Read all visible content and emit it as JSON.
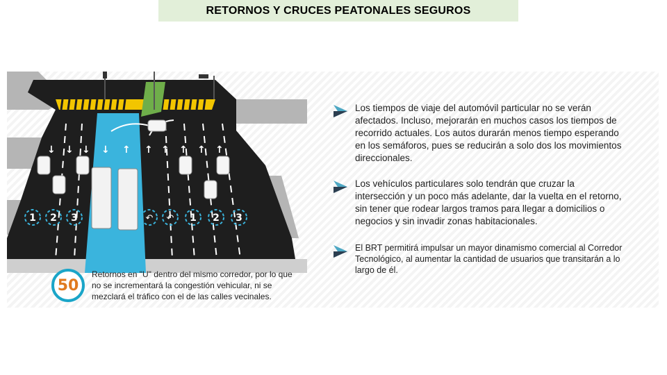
{
  "title": "RETORNOS Y CRUCES PEATONALES SEGUROS",
  "bullets": [
    "Los tiempos de viaje del automóvil particular no se verán afectados. Incluso, mejorarán en muchos casos los tiempos de recorrido actuales. Los autos durarán menos tiempo esperando en los semáforos, pues se reducirán a solo dos los movimientos direccionales.",
    "Los vehículos particulares solo tendrán que cruzar la intersección y un poco más adelante, dar la vuelta en el retorno, sin tener que rodear largos tramos para llegar a domicilios o negocios y sin invadir zonas habitacionales.",
    "El BRT permitirá impulsar un mayor dinamismo comercial al Corredor Tecnológico, al aumentar la cantidad de usuarios que transitarán a lo largo de él."
  ],
  "badge_number": "50",
  "caption": "Retornos en \"U\" dentro del mismo corredor, por lo que no se incrementará la congestión vehicular, ni se mezclará el tráfico con el de las calles vecinales.",
  "lane_labels": [
    "1",
    "2",
    "3",
    "1",
    "2",
    "3"
  ],
  "colors": {
    "title_bg": "#e2efd9",
    "bus_lane": "#3ab4dd",
    "road": "#1e1e1e",
    "crosswalk": "#f2c500",
    "badge_ring": "#1aa5c8",
    "badge_number": "#e07a1f"
  }
}
